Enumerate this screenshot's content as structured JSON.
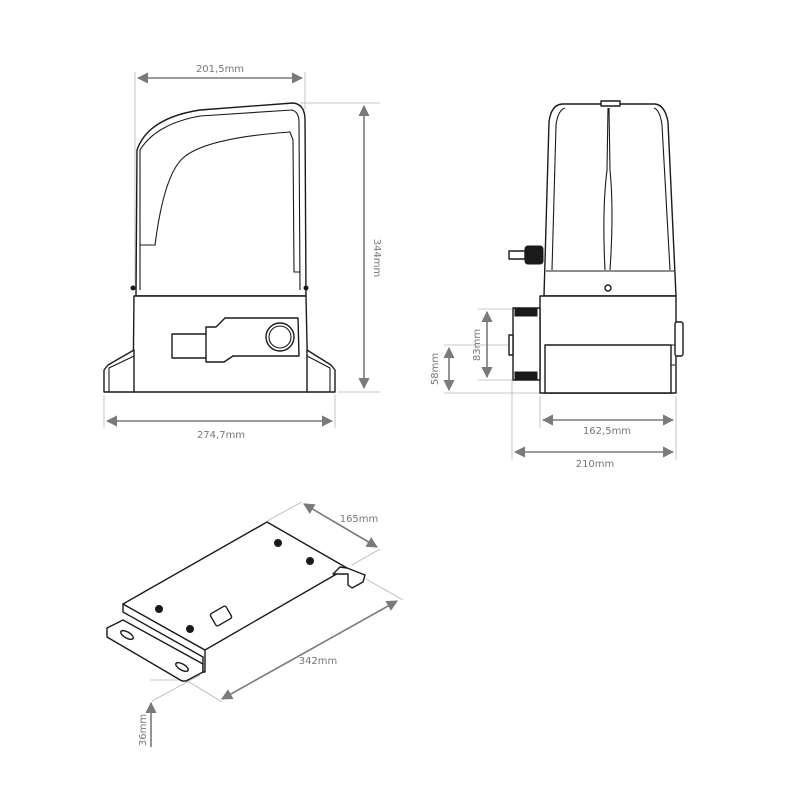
{
  "colors": {
    "outline": "#1a1a1a",
    "dimension": "#7a7a7a",
    "background": "#ffffff"
  },
  "front_view": {
    "width_top": "201,5mm",
    "height": "344mm",
    "width_base": "274,7mm"
  },
  "side_view": {
    "motor_height": "83mm",
    "motor_offset": "58mm",
    "base_depth": "162,5mm",
    "total_depth": "210mm"
  },
  "base_plate": {
    "width": "165mm",
    "length": "342mm",
    "height": "36mm"
  }
}
